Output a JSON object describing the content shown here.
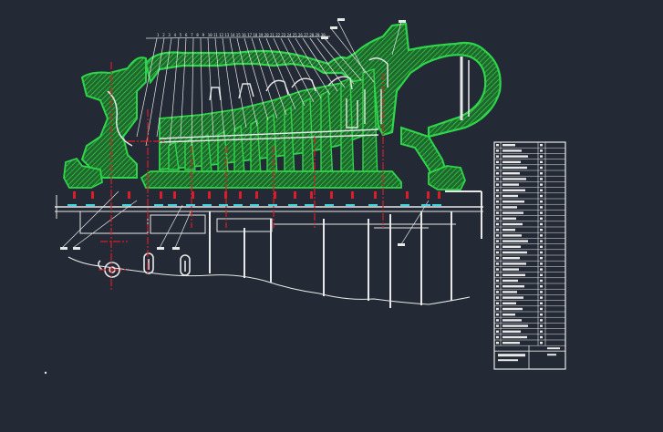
{
  "drawing": {
    "colors": {
      "background": "#232a35",
      "section_green": "#2fd54a",
      "hatch_green": "#2a8a3a",
      "line_white": "#e8e8e8",
      "centerline_red": "#d81e2a",
      "seal_cyan": "#3fd6e0"
    },
    "part_balloons": [
      "1",
      "2",
      "3",
      "4",
      "5",
      "6",
      "7",
      "8",
      "9",
      "10",
      "11",
      "12",
      "13",
      "14",
      "15",
      "16",
      "17",
      "18",
      "19",
      "20",
      "21",
      "22",
      "23",
      "24",
      "25",
      "26",
      "27",
      "28",
      "29",
      "30"
    ]
  }
}
